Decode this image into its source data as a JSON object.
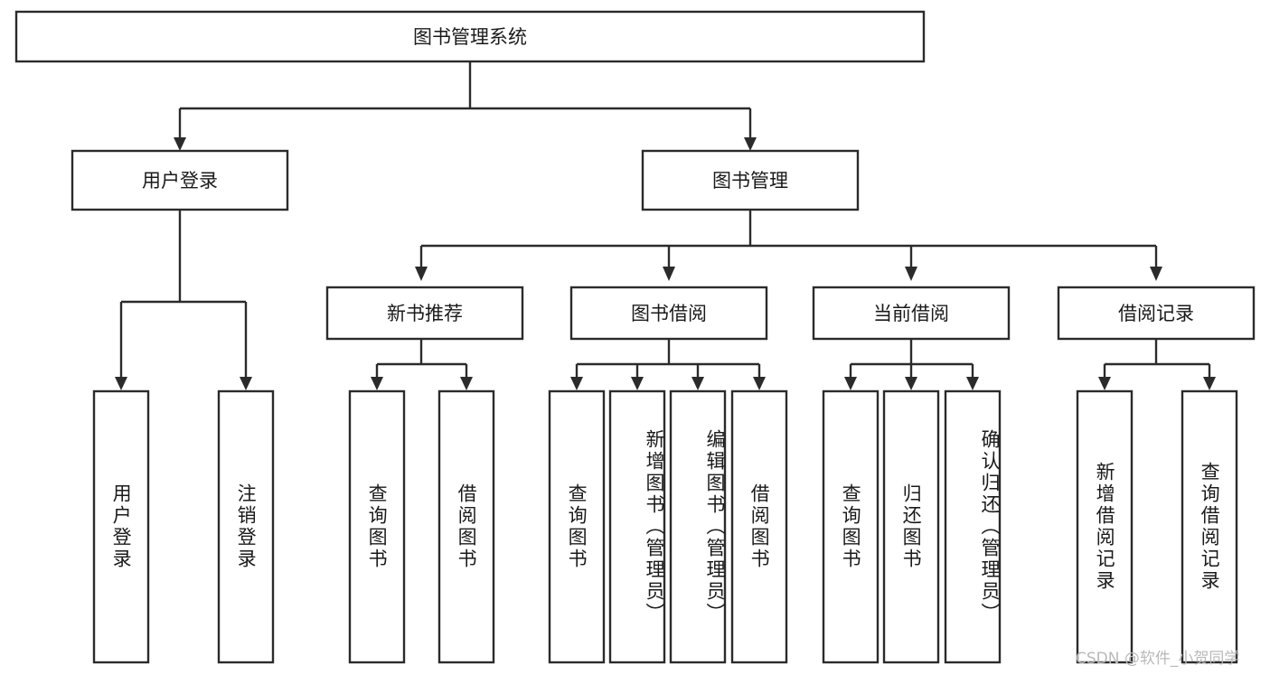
{
  "diagram": {
    "title": "图书管理系统",
    "type": "hierarchy-tree",
    "root": {
      "label": "图书管理系统"
    },
    "level2": [
      {
        "label": "用户登录"
      },
      {
        "label": "图书管理"
      }
    ],
    "level3": [
      {
        "label": "新书推荐"
      },
      {
        "label": "图书借阅"
      },
      {
        "label": "当前借阅"
      },
      {
        "label": "借阅记录"
      }
    ],
    "leaves": {
      "user_login": [
        {
          "label": "用户登录"
        },
        {
          "label": "注销登录"
        }
      ],
      "new_book_recommend": [
        {
          "label": "查询图书"
        },
        {
          "label": "借阅图书"
        }
      ],
      "book_borrow": [
        {
          "label": "查询图书"
        },
        {
          "label": "新增图书（管理员）"
        },
        {
          "label": "编辑图书（管理员）"
        },
        {
          "label": "借阅图书"
        }
      ],
      "current_borrow": [
        {
          "label": "查询图书"
        },
        {
          "label": "归还图书"
        },
        {
          "label": "确认归还（管理员）"
        }
      ],
      "borrow_record": [
        {
          "label": "新增借阅记录"
        },
        {
          "label": "查询借阅记录"
        }
      ]
    },
    "watermark": "CSDN @软件_小贺同学",
    "colors": {
      "stroke": "#2b2b2b",
      "fill": "#ffffff",
      "text": "#1a1a1a",
      "watermark": "#b9b9b9"
    }
  }
}
